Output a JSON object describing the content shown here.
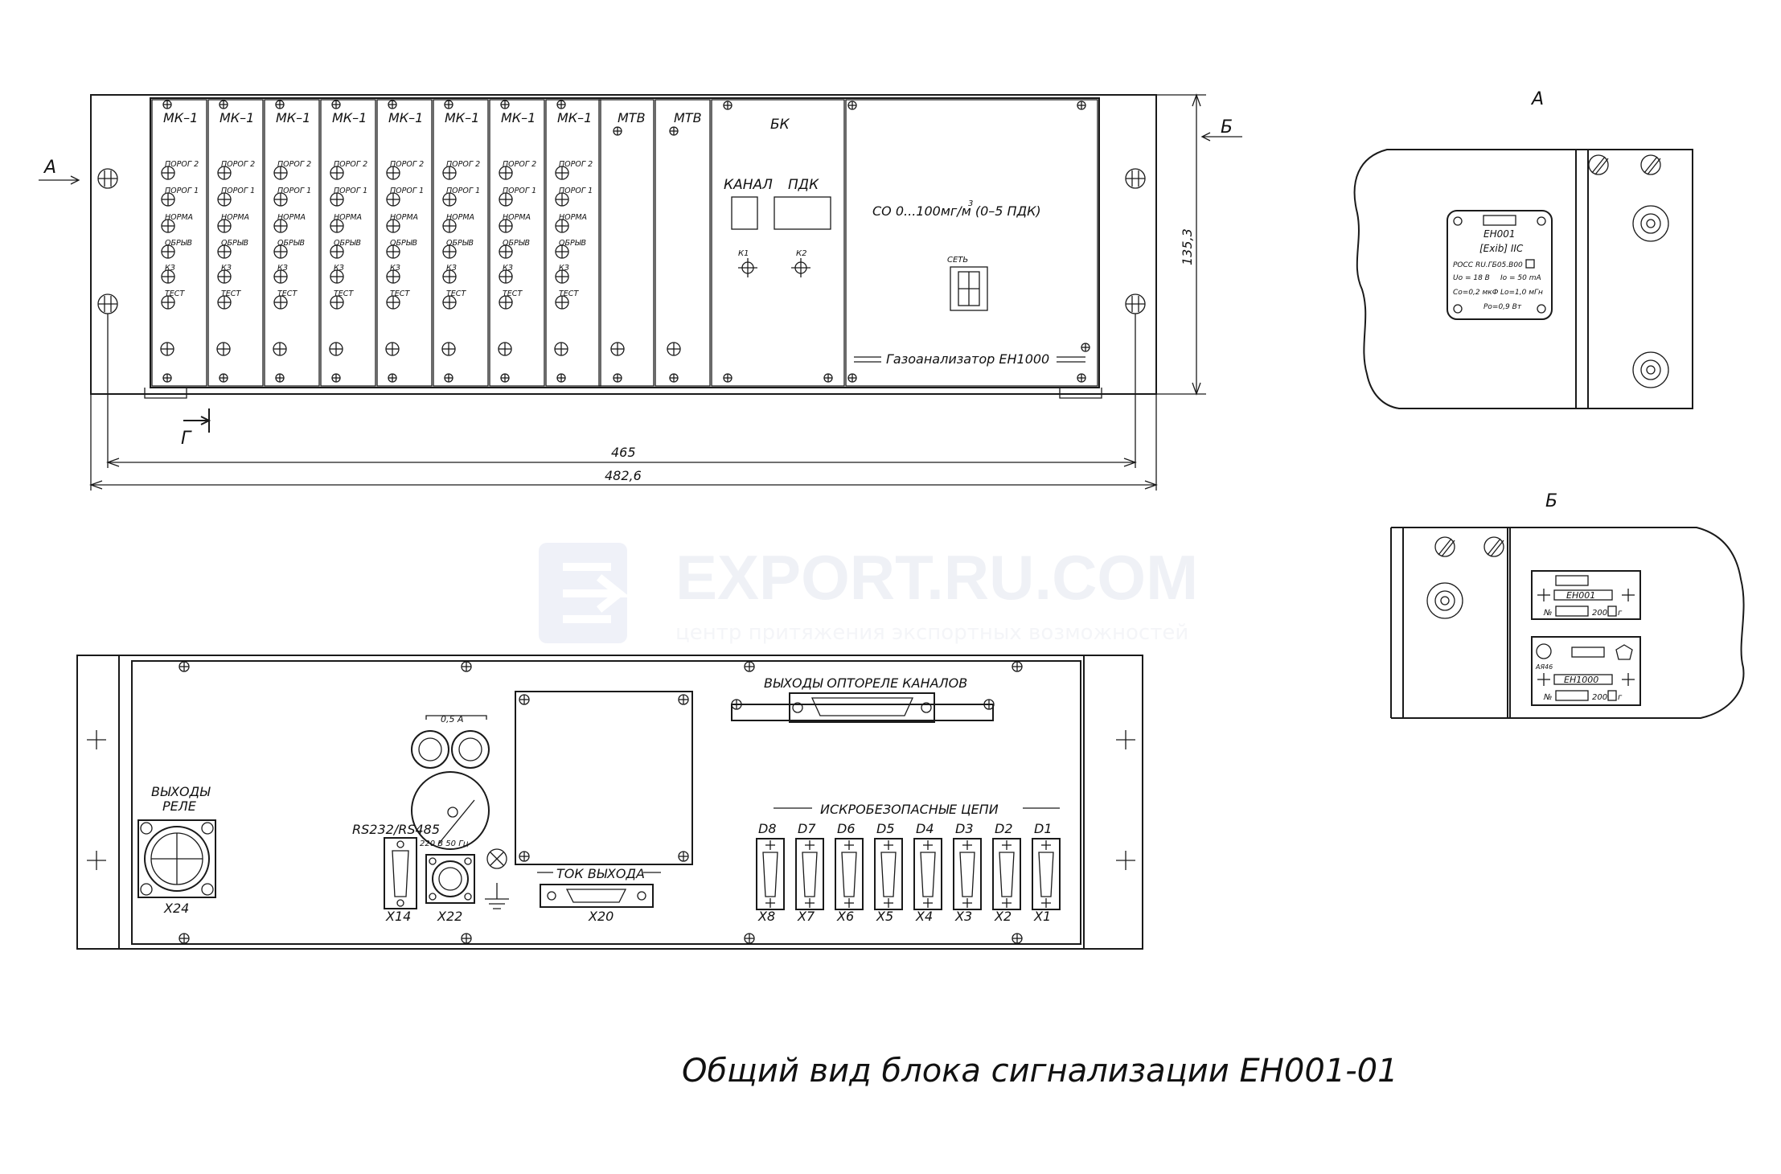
{
  "front_view": {
    "view_marker_left": "А",
    "view_marker_right": "Б",
    "mk_modules": [
      {
        "name": "МК–1"
      },
      {
        "name": "МК–1"
      },
      {
        "name": "МК–1"
      },
      {
        "name": "МК–1"
      },
      {
        "name": "МК–1"
      },
      {
        "name": "МК–1"
      },
      {
        "name": "МК–1"
      },
      {
        "name": "МК–1"
      }
    ],
    "indicators": [
      "ПОРОГ 2",
      "ПОРОГ 1",
      "НОРМА",
      "ОБРЫВ",
      "КЗ",
      "ТЕСТ"
    ],
    "mtv_modules": [
      {
        "name": "МТВ"
      },
      {
        "name": "МТВ"
      }
    ],
    "bk": {
      "title": "БК",
      "kanal_label": "КАНАЛ",
      "pdk_label": "ПДК",
      "k1_label": "К1",
      "k2_label": "К2"
    },
    "main_panel": {
      "range_label": "СО 0...100мг/м (0–5 ПДК)",
      "range_superscript": "3",
      "power_label": "СЕТЬ",
      "product_name": "Газоанализатор ЕН1000"
    },
    "section_marker": "Г",
    "height_dim": "135,3",
    "inner_width_dim": "465",
    "outer_width_dim": "482,6"
  },
  "watermark": {
    "brand": "EXPORT.RU.COM",
    "tagline": "центр притяжения экспортных возможностей"
  },
  "rear_view": {
    "relay_label_line1": "ВЫХОДЫ",
    "relay_label_line2": "РЕЛЕ",
    "x24": "Х24",
    "fuse_label": "0,5 А",
    "rs_label": "RS232/RS485",
    "power_input_label": "220 В 50 Гц",
    "x14": "Х14",
    "x22": "Х22",
    "current_output_label": "ТОК ВЫХОДА",
    "x20": "Х20",
    "optorele_label": "ВЫХОДЫ ОПТОРЕЛЕ КАНАЛОВ",
    "intrinsic_label": "ИСКРОБЕЗОПАСНЫЕ ЦЕПИ",
    "channels": [
      {
        "d": "D8",
        "x": "Х8"
      },
      {
        "d": "D7",
        "x": "Х7"
      },
      {
        "d": "D6",
        "x": "Х6"
      },
      {
        "d": "D5",
        "x": "Х5"
      },
      {
        "d": "D4",
        "x": "Х4"
      },
      {
        "d": "D3",
        "x": "Х3"
      },
      {
        "d": "D2",
        "x": "Х2"
      },
      {
        "d": "D1",
        "x": "Х1"
      }
    ]
  },
  "detail_a": {
    "title": "А",
    "plate_model": "ЕН001",
    "plate_exib": "[Exib] IIC",
    "plate_cert": "РОСС RU.ГБ05.В00",
    "plate_uo": "Uo = 18 В",
    "plate_io": "Io = 50 mA",
    "plate_co": "Co=0,2 мкФ",
    "plate_lo": "Lo=1,0 мГн",
    "plate_po": "Po=0,9 Вт"
  },
  "detail_b": {
    "title": "Б",
    "plate1_model": "ЕН001",
    "plate1_no": "№",
    "plate1_year": "200",
    "plate1_g": "г",
    "plate2_mark": "АЯ46",
    "plate2_model": "ЕН1000",
    "plate2_no": "№",
    "plate2_year": "200",
    "plate2_g": "г"
  },
  "caption": "Общий вид блока сигнализации ЕН001-01"
}
